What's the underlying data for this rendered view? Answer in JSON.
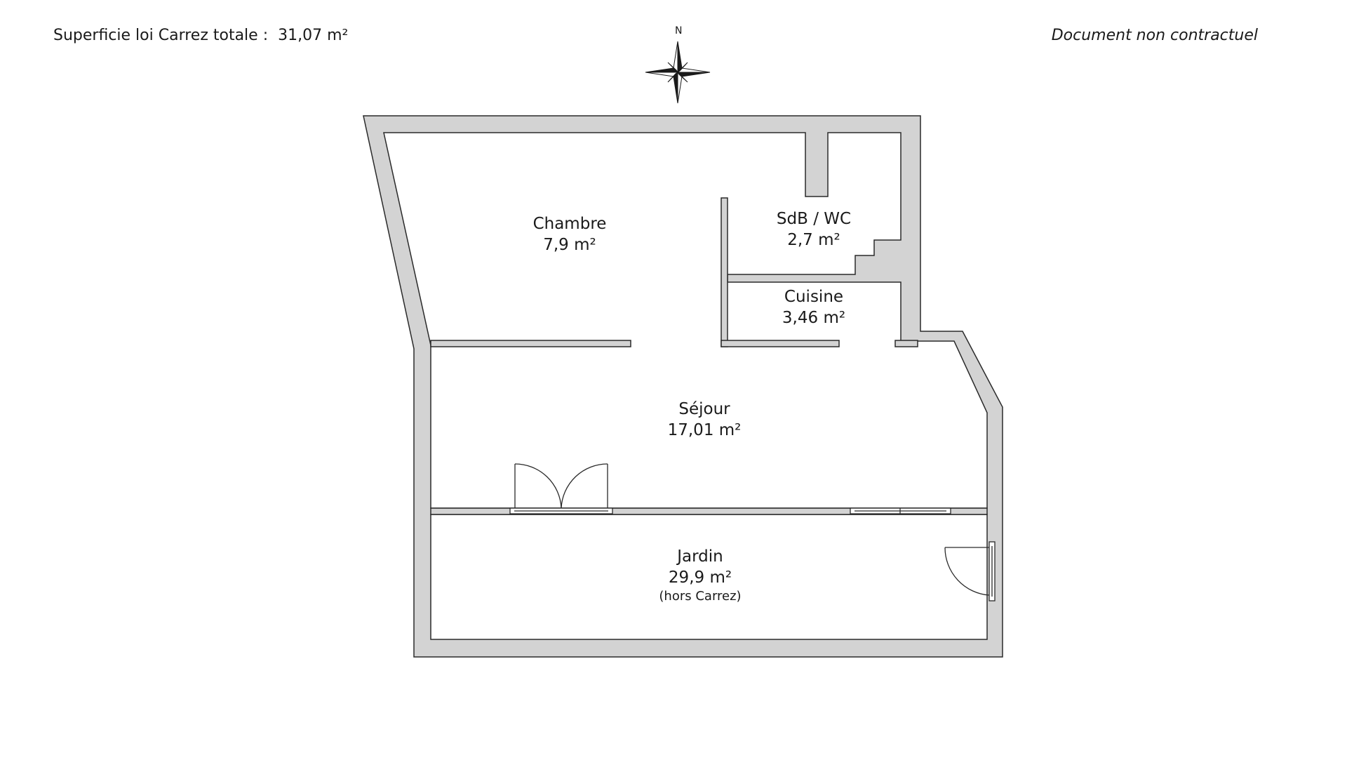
{
  "header": {
    "total_area_label": "Superficie loi Carrez totale :",
    "total_area_value": "31,07 m²",
    "disclaimer": "Document non contractuel"
  },
  "compass": {
    "north_label": "N"
  },
  "rooms": {
    "chambre": {
      "name": "Chambre",
      "area": "7,9 m²"
    },
    "sdb_wc": {
      "name": "SdB / WC",
      "area": "2,7 m²"
    },
    "cuisine": {
      "name": "Cuisine",
      "area": "3,46 m²"
    },
    "sejour": {
      "name": "Séjour",
      "area": "17,01 m²"
    },
    "jardin": {
      "name": "Jardin",
      "area": "29,9 m²",
      "note": "(hors Carrez)"
    }
  },
  "colors": {
    "wall_fill": "#d3d3d3",
    "wall_stroke": "#2a2a2a",
    "background": "#ffffff"
  }
}
